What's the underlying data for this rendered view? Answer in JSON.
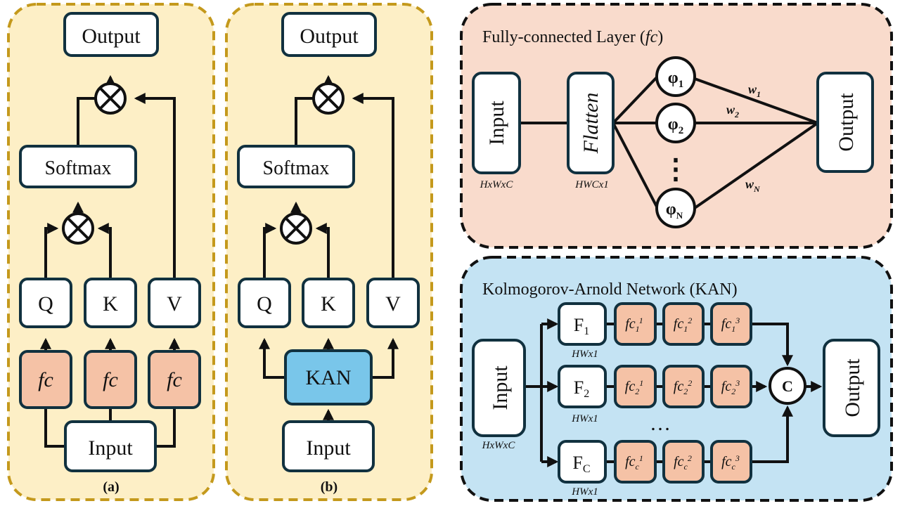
{
  "panel_a": {
    "output": "Output",
    "softmax": "Softmax",
    "q": "Q",
    "k": "K",
    "v": "V",
    "fc": "fc",
    "input": "Input",
    "caption": "(a)"
  },
  "panel_b": {
    "output": "Output",
    "softmax": "Softmax",
    "q": "Q",
    "k": "K",
    "v": "V",
    "kan": "KAN",
    "input": "Input",
    "caption": "(b)"
  },
  "fc_panel": {
    "title_main": "Fully-connected Layer (",
    "title_italic": "fc",
    "title_end": ")",
    "input": "Input",
    "flatten": "Flatten",
    "output": "Output",
    "input_dim": "HxWxC",
    "flatten_dim": "HWCx1",
    "phi": "φ",
    "phi_subs": [
      "1",
      "2",
      "N"
    ],
    "w": "w",
    "w_subs": [
      "1",
      "2",
      "N"
    ],
    "dots": "⋮"
  },
  "kan_panel": {
    "title": "Kolmogorov-Arnold Network (KAN)",
    "input": "Input",
    "input_dim": "HxWxC",
    "output": "Output",
    "concat": "C",
    "f": "F",
    "rows": [
      {
        "sub": "1",
        "dim": "HWx1"
      },
      {
        "sub": "2",
        "dim": "HWx1"
      },
      {
        "sub": "C",
        "dim": "HWx1"
      }
    ],
    "fc": "fc",
    "fc_row_subs": [
      "1",
      "2",
      "c"
    ],
    "fc_sups": [
      "1",
      "2",
      "3"
    ],
    "dots": "…"
  },
  "colors": {
    "panel_yellow": "#fdefc6",
    "panel_yellow_border": "#c4991c",
    "panel_pink": "#f9dbcc",
    "panel_blue": "#c4e3f3",
    "fc_fill": "#f5c2a6",
    "kan_fill": "#79c6ea",
    "box_border": "#11313f",
    "dark_border": "#111111"
  }
}
